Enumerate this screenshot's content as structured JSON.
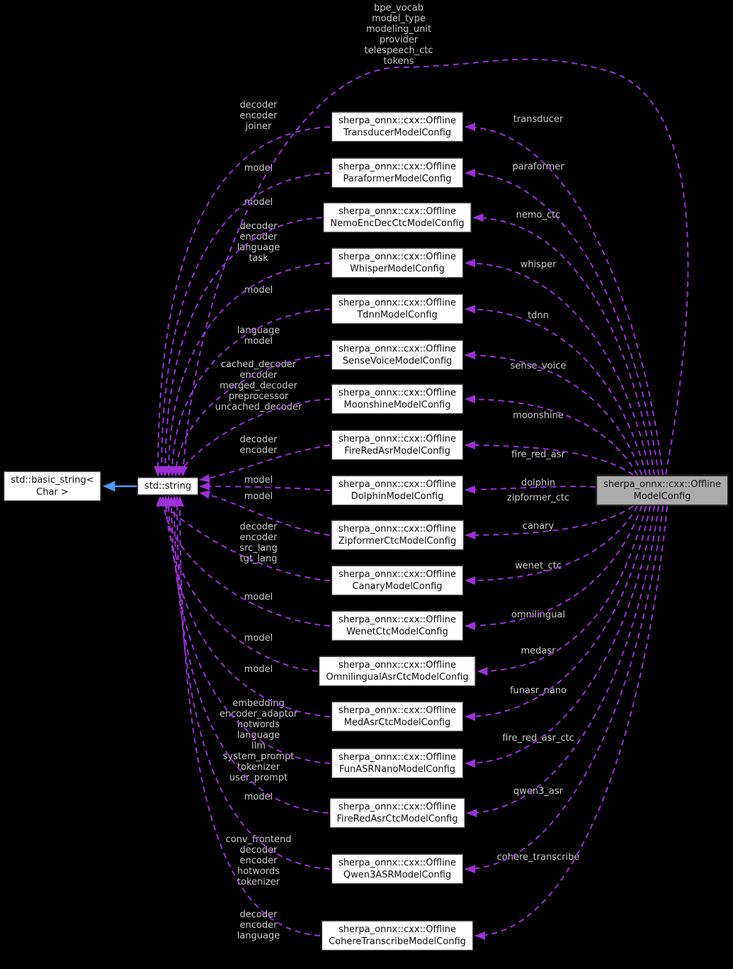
{
  "diagram": {
    "title": "Collaboration graph for sherpa_onnx::cxx::OfflineModelConfig",
    "colors": {
      "background": "#000000",
      "edge": "#9c30d9",
      "edge_label": "#c9c9c9",
      "inheritance_edge": "#4a9af5",
      "node_fill": "#ffffff",
      "node_border": "#3a3a3a",
      "node_text": "#101010",
      "highlight_fill": "#ababab"
    },
    "nodes": [
      {
        "id": "basic_string",
        "label": "std::basic_string<\nChar >",
        "highlight": false
      },
      {
        "id": "std_string",
        "label": "std::string",
        "highlight": false
      },
      {
        "id": "model_config",
        "label": "sherpa_onnx::cxx::Offline\nModelConfig",
        "highlight": true
      },
      {
        "id": "transducer",
        "label": "sherpa_onnx::cxx::Offline\nTransducerModelConfig",
        "highlight": false
      },
      {
        "id": "paraformer",
        "label": "sherpa_onnx::cxx::Offline\nParaformerModelConfig",
        "highlight": false
      },
      {
        "id": "nemo_ctc",
        "label": "sherpa_onnx::cxx::Offline\nNemoEncDecCtcModelConfig",
        "highlight": false
      },
      {
        "id": "whisper",
        "label": "sherpa_onnx::cxx::Offline\nWhisperModelConfig",
        "highlight": false
      },
      {
        "id": "tdnn",
        "label": "sherpa_onnx::cxx::Offline\nTdnnModelConfig",
        "highlight": false
      },
      {
        "id": "sense_voice",
        "label": "sherpa_onnx::cxx::Offline\nSenseVoiceModelConfig",
        "highlight": false
      },
      {
        "id": "moonshine",
        "label": "sherpa_onnx::cxx::Offline\nMoonshineModelConfig",
        "highlight": false
      },
      {
        "id": "fire_red_asr",
        "label": "sherpa_onnx::cxx::Offline\nFireRedAsrModelConfig",
        "highlight": false
      },
      {
        "id": "dolphin",
        "label": "sherpa_onnx::cxx::Offline\nDolphinModelConfig",
        "highlight": false
      },
      {
        "id": "zipformer_ctc",
        "label": "sherpa_onnx::cxx::Offline\nZipformerCtcModelConfig",
        "highlight": false
      },
      {
        "id": "canary",
        "label": "sherpa_onnx::cxx::Offline\nCanaryModelConfig",
        "highlight": false
      },
      {
        "id": "wenet_ctc",
        "label": "sherpa_onnx::cxx::Offline\nWenetCtcModelConfig",
        "highlight": false
      },
      {
        "id": "omnilingual",
        "label": "sherpa_onnx::cxx::Offline\nOmnilingualAsrCtcModelConfig",
        "highlight": false
      },
      {
        "id": "medasr",
        "label": "sherpa_onnx::cxx::Offline\nMedAsrCtcModelConfig",
        "highlight": false
      },
      {
        "id": "funasr_nano",
        "label": "sherpa_onnx::cxx::Offline\nFunASRNanoModelConfig",
        "highlight": false
      },
      {
        "id": "fire_red_asr_ctc",
        "label": "sherpa_onnx::cxx::Offline\nFireRedAsrCtcModelConfig",
        "highlight": false
      },
      {
        "id": "qwen3_asr",
        "label": "sherpa_onnx::cxx::Offline\nQwen3ASRModelConfig",
        "highlight": false
      },
      {
        "id": "cohere_transcribe",
        "label": "sherpa_onnx::cxx::Offline\nCohereTranscribeModelConfig",
        "highlight": false
      }
    ],
    "uses_edges": [
      {
        "from": "transducer",
        "fields": [
          "decoder",
          "encoder",
          "joiner"
        ]
      },
      {
        "from": "paraformer",
        "fields": [
          "model"
        ]
      },
      {
        "from": "nemo_ctc",
        "fields": [
          "model"
        ]
      },
      {
        "from": "whisper",
        "fields": [
          "decoder",
          "encoder",
          "language",
          "task"
        ]
      },
      {
        "from": "tdnn",
        "fields": [
          "model"
        ]
      },
      {
        "from": "sense_voice",
        "fields": [
          "language",
          "model"
        ]
      },
      {
        "from": "moonshine",
        "fields": [
          "cached_decoder",
          "encoder",
          "merged_decoder",
          "preprocessor",
          "uncached_decoder"
        ]
      },
      {
        "from": "fire_red_asr",
        "fields": [
          "decoder",
          "encoder"
        ]
      },
      {
        "from": "dolphin",
        "fields": [
          "model"
        ]
      },
      {
        "from": "zipformer_ctc",
        "fields": [
          "model"
        ]
      },
      {
        "from": "canary",
        "fields": [
          "decoder",
          "encoder",
          "src_lang",
          "tgt_lang"
        ]
      },
      {
        "from": "wenet_ctc",
        "fields": [
          "model"
        ]
      },
      {
        "from": "omnilingual",
        "fields": [
          "model"
        ]
      },
      {
        "from": "medasr",
        "fields": [
          "model"
        ]
      },
      {
        "from": "funasr_nano",
        "fields": [
          "embedding",
          "encoder_adaptor",
          "hotwords",
          "language",
          "llm",
          "system_prompt",
          "tokenizer",
          "user_prompt"
        ]
      },
      {
        "from": "fire_red_asr_ctc",
        "fields": [
          "model"
        ]
      },
      {
        "from": "qwen3_asr",
        "fields": [
          "conv_frontend",
          "decoder",
          "encoder",
          "hotwords",
          "tokenizer"
        ]
      },
      {
        "from": "cohere_transcribe",
        "fields": [
          "decoder",
          "encoder",
          "language"
        ]
      }
    ],
    "member_edges": [
      {
        "to": "transducer",
        "label": "transducer"
      },
      {
        "to": "paraformer",
        "label": "paraformer"
      },
      {
        "to": "nemo_ctc",
        "label": "nemo_ctc"
      },
      {
        "to": "whisper",
        "label": "whisper"
      },
      {
        "to": "tdnn",
        "label": "tdnn"
      },
      {
        "to": "sense_voice",
        "label": "sense_voice"
      },
      {
        "to": "moonshine",
        "label": "moonshine"
      },
      {
        "to": "fire_red_asr",
        "label": "fire_red_asr"
      },
      {
        "to": "dolphin",
        "label": "dolphin"
      },
      {
        "to": "zipformer_ctc",
        "label": "zipformer_ctc"
      },
      {
        "to": "canary",
        "label": "canary"
      },
      {
        "to": "wenet_ctc",
        "label": "wenet_ctc"
      },
      {
        "to": "omnilingual",
        "label": "omnilingual"
      },
      {
        "to": "medasr",
        "label": "medasr"
      },
      {
        "to": "funasr_nano",
        "label": "funasr_nano"
      },
      {
        "to": "fire_red_asr_ctc",
        "label": "fire_red_asr_ctc"
      },
      {
        "to": "qwen3_asr",
        "label": "qwen3_asr"
      },
      {
        "to": "cohere_transcribe",
        "label": "cohere_transcribe"
      }
    ],
    "self_string_edge": {
      "fields": [
        "bpe_vocab",
        "model_type",
        "modeling_unit",
        "provider",
        "telespeech_ctc",
        "tokens"
      ]
    },
    "inheritance_edge": {
      "from": "std_string",
      "to": "basic_string"
    }
  }
}
